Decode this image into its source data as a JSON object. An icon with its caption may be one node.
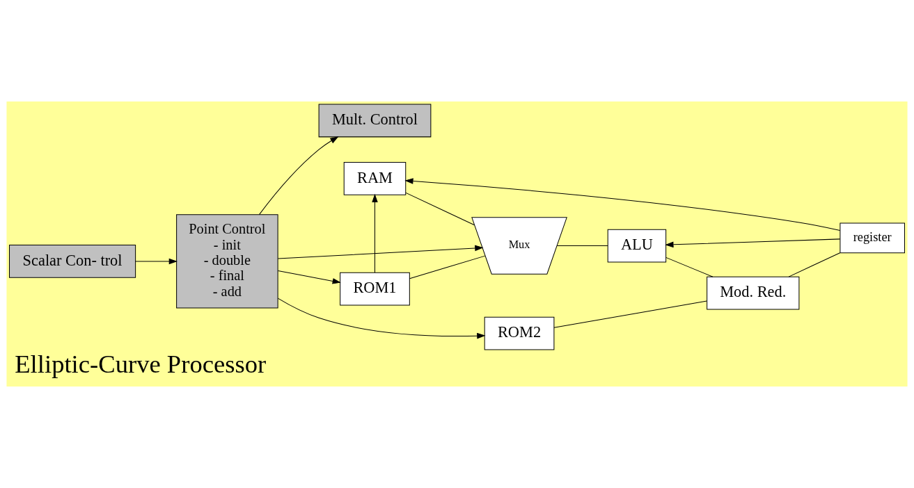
{
  "diagram": {
    "title": "Elliptic-Curve Processor",
    "nodes": [
      {
        "text": [
          "Scalar Con- trol"
        ]
      },
      {
        "text": [
          "Point Control",
          "- init",
          "- double",
          "- final",
          "- add"
        ]
      },
      {
        "text": [
          "ROM1"
        ]
      },
      {
        "text": [
          "RAM"
        ]
      },
      {
        "text": [
          "Mux"
        ]
      },
      {
        "text": [
          "Mult. Control"
        ]
      },
      {
        "text": [
          "ALU"
        ]
      },
      {
        "text": [
          "ROM2"
        ]
      },
      {
        "text": [
          "Mod. Red."
        ]
      },
      {
        "text": [
          "register"
        ]
      }
    ],
    "edges": [
      {
        "from": 0,
        "to": 1,
        "arrow": "to"
      },
      {
        "from": 1,
        "to": 2,
        "arrow": "to"
      },
      {
        "from": 1,
        "to": 4,
        "arrow": "to"
      },
      {
        "from": 1,
        "to": 5,
        "arrow": "to"
      },
      {
        "from": 1,
        "to": 7,
        "arrow": "to"
      },
      {
        "from": 2,
        "to": 3,
        "arrow": "to"
      },
      {
        "from": 2,
        "to": 4,
        "arrow": "none"
      },
      {
        "from": 3,
        "to": 4,
        "arrow": "none"
      },
      {
        "from": 4,
        "to": 6,
        "arrow": "none"
      },
      {
        "from": 6,
        "to": 8,
        "arrow": "none"
      },
      {
        "from": 7,
        "to": 8,
        "arrow": "none"
      },
      {
        "from": 8,
        "to": 9,
        "arrow": "none"
      },
      {
        "from": 9,
        "to": 3,
        "arrow": "to"
      },
      {
        "from": 9,
        "to": 6,
        "arrow": "to"
      }
    ]
  }
}
